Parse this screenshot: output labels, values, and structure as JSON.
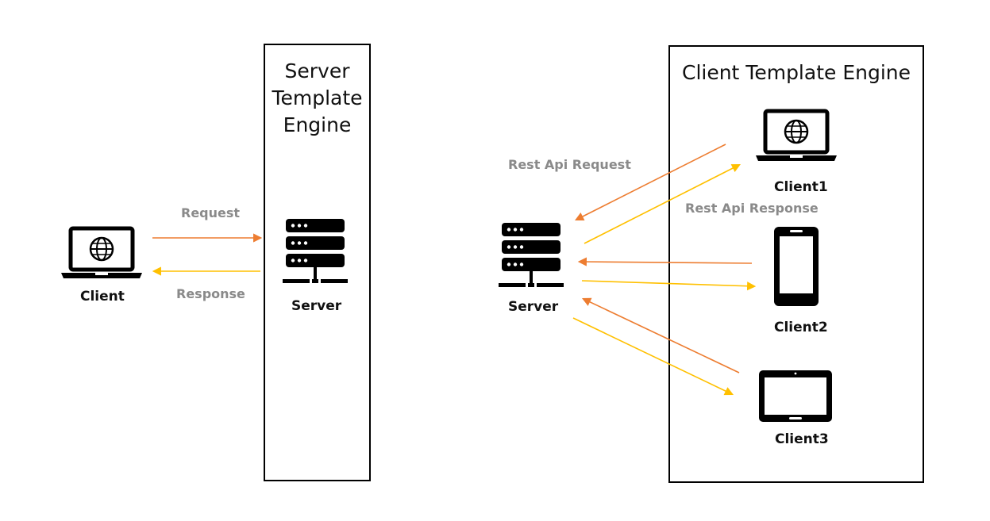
{
  "left_section": {
    "box_title": "Server Template Engine",
    "client_label": "Client",
    "server_label": "Server",
    "request_label": "Request",
    "response_label": "Response"
  },
  "right_section": {
    "box_title": "Client Template Engine",
    "server_label": "Server",
    "rest_request_label": "Rest Api Request",
    "rest_response_label": "Rest Api Response",
    "clients": [
      {
        "label": "Client1",
        "icon": "laptop-icon"
      },
      {
        "label": "Client2",
        "icon": "smartphone-icon"
      },
      {
        "label": "Client3",
        "icon": "tablet-icon"
      }
    ]
  },
  "colors": {
    "request_arrow": "#ED7D31",
    "response_arrow": "#FFC000",
    "label_gray": "#8a8a8a",
    "outline": "#000000"
  }
}
